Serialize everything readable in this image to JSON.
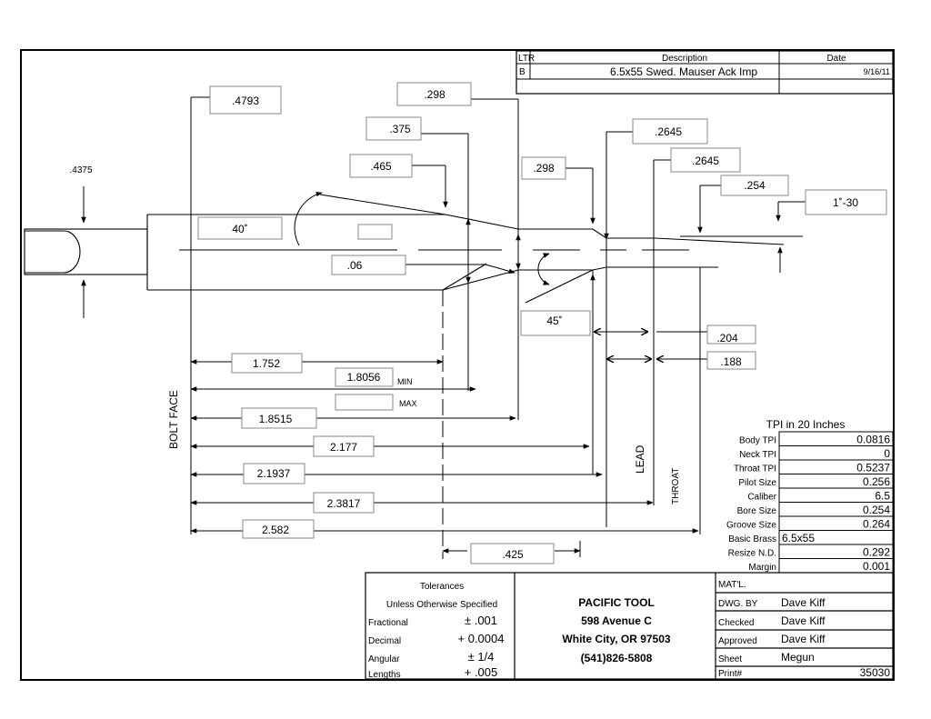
{
  "revision_block": {
    "headers": {
      "ltr": "LTR",
      "description": "Description",
      "date": "Date"
    },
    "row": {
      "ltr": "B",
      "description": "6.5x55 Swed. Mauser Ack Imp",
      "date": "9/16/11"
    }
  },
  "dimensions": {
    "base_dia": ".4375",
    "body_dia": ".4793",
    "neck_top": ".298",
    "shoulder_dia": ".375",
    "shoulder_ref": ".465",
    "shoulder_angle": "40˚",
    "neck_gap": ".06",
    "neck_dia": ".298",
    "throat_dia": ".2645",
    "throat_dia_2": ".2645",
    "bore_dia": ".254",
    "taper_angle": "1˚-30",
    "throat_angle": "45˚",
    "lead_length": ".204",
    "throat_length": ".188",
    "len_1": "1.752",
    "len_2": "1.8056",
    "len_2_min_label": "MIN",
    "len_2_max_label": "MAX",
    "len_3": "1.8515",
    "len_4": "2.177",
    "len_5": "2.1937",
    "len_6": "2.3817",
    "len_7": "2.582",
    "len_8": ".425",
    "bolt_face_label": "BOLT FACE",
    "lead_label": "LEAD",
    "throat_label": "THROAT"
  },
  "tpi_table": {
    "title": "TPI in 20 Inches",
    "rows": [
      {
        "label": "Body TPI",
        "value": "0.0816"
      },
      {
        "label": "Neck TPI",
        "value": "0"
      },
      {
        "label": "Throat TPI",
        "value": "0.5237"
      },
      {
        "label": "Pilot Size",
        "value": "0.256"
      },
      {
        "label": "Caliber",
        "value": "6.5"
      },
      {
        "label": "Bore Size",
        "value": "0.254"
      },
      {
        "label": "Groove Size",
        "value": "0.264"
      },
      {
        "label": "Basic Brass",
        "value": "6.5x55"
      },
      {
        "label": "Resize N.D.",
        "value": "0.292"
      },
      {
        "label": "Margin",
        "value": "0.001"
      }
    ]
  },
  "tolerances": {
    "title": "Tolerances",
    "subtitle": "Unless Otherwise Specified",
    "rows": [
      {
        "label": "Fractional",
        "value": "± .001"
      },
      {
        "label": "Decimal",
        "value": "+ 0.0004"
      },
      {
        "label": "Angular",
        "value": "± 1/4"
      },
      {
        "label": "Lengths",
        "value": "+ .005"
      }
    ]
  },
  "company": {
    "name": "PACIFIC TOOL",
    "street": "598 Avenue C",
    "city": "White City, OR 97503",
    "phone": "(541)826-5808"
  },
  "signoff": {
    "matl_label": "MAT'L.",
    "dwg_by_label": "DWG. BY",
    "dwg_by": "Dave Kiff",
    "checked_label": "Checked",
    "checked": "Dave Kiff",
    "approved_label": "Approved",
    "approved": "Dave Kiff",
    "sheet_label": "Sheet",
    "sheet": "Megun",
    "print_label": "Print#",
    "print": "35030"
  }
}
